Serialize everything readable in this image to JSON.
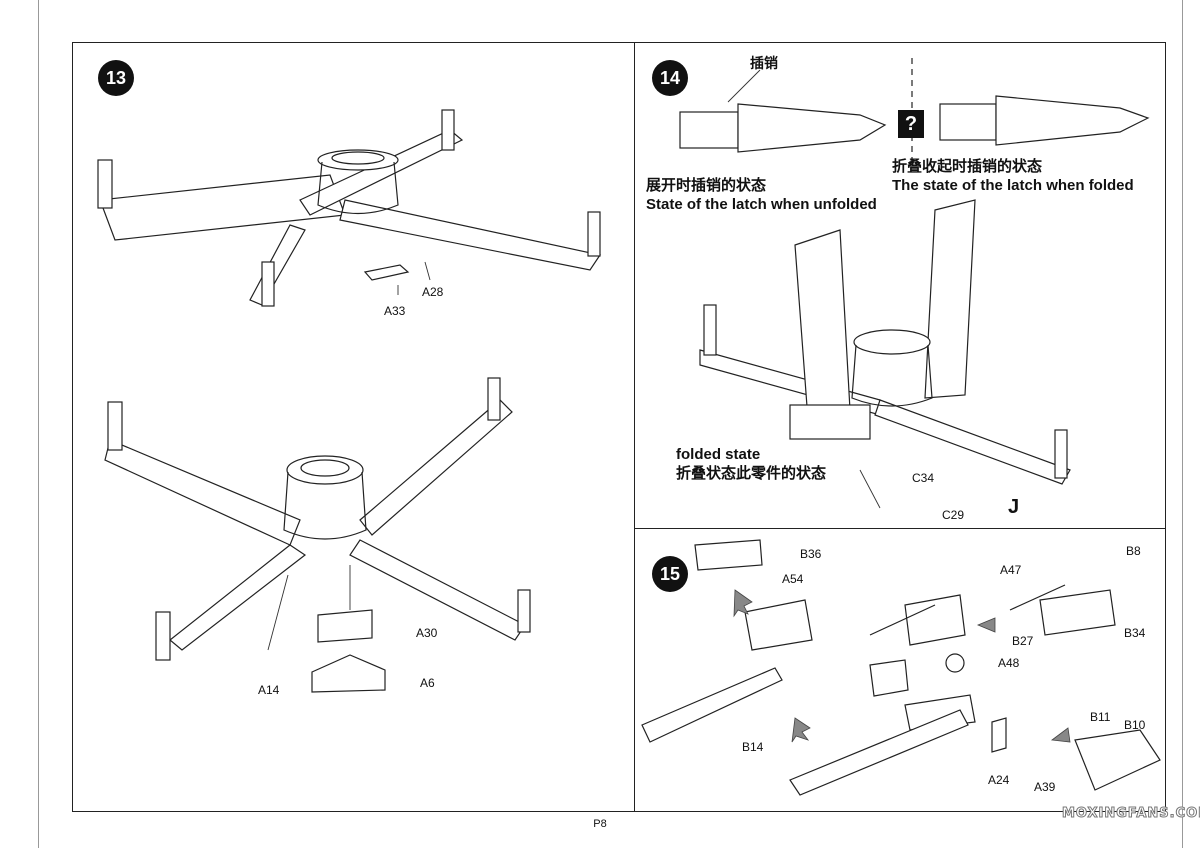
{
  "step13": {
    "number": "13",
    "parts": [
      "A33",
      "A28",
      "A14",
      "A30",
      "A6"
    ]
  },
  "step14": {
    "number": "14",
    "pin_label_cn": "插销",
    "unfolded_cn": "展开时插销的状态",
    "unfolded_en": "State of the latch when unfolded",
    "folded_latch_cn": "折叠收起时插销的状态",
    "folded_latch_en": "The state of the latch when folded",
    "question_mark": "?",
    "folded_state_en": "folded state",
    "folded_state_cn": "折叠状态此零件的状态",
    "parts": [
      "C34",
      "C29"
    ],
    "marker": "J"
  },
  "step15": {
    "number": "15",
    "parts": [
      "B36",
      "A54",
      "B14",
      "A47",
      "B8",
      "B27",
      "B34",
      "A48",
      "A24",
      "B11",
      "B10",
      "A39"
    ]
  },
  "footer": {
    "page": "P8",
    "watermark": "MOXINGFANS.COM"
  }
}
